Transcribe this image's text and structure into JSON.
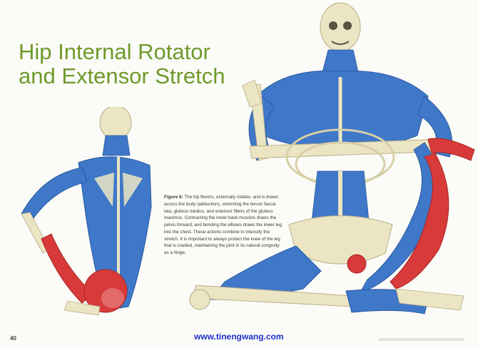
{
  "title": {
    "line1": "Hip Internal Rotator",
    "line2": "and Extensor Stretch"
  },
  "caption": {
    "label": "Figure 6:",
    "text": " The hip flexors, externally rotates, and is drawn across the body (adduction), stretching the tensor fascia lata, gluteus medius, and extensor fibers of the gluteus maximus. Contracting the lower back muscles draws the pelvis forward, and bending the elbows draws the lower leg into the chest. These actions combine to intensify the stretch. It is important to always protect the knee of the leg that is cradled, maintaining the joint in its natural congruity as a hinge."
  },
  "page_number": "40",
  "watermark": "www.tinengwang.com",
  "colors": {
    "title": "#6f9a2a",
    "muscle_blue": "#3f78c8",
    "muscle_red": "#d83a3a",
    "bone": "#ece5c4",
    "watermark": "#1f2fc9"
  }
}
